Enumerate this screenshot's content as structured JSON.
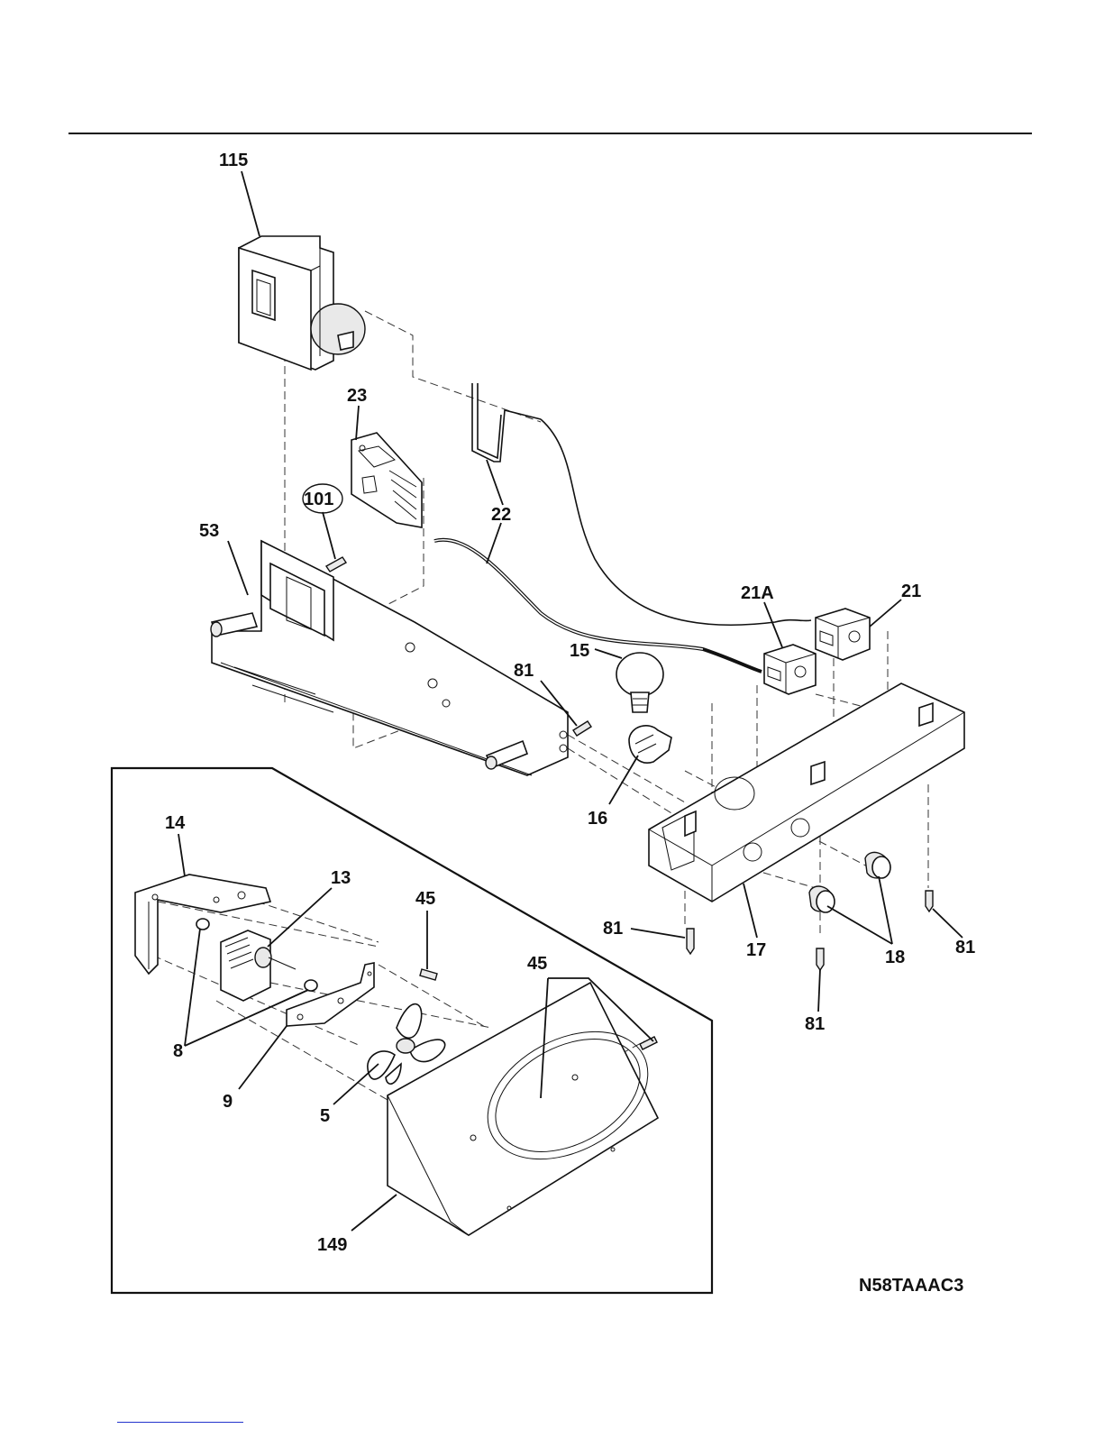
{
  "diagram_code": "N58TAAAC3",
  "callouts": {
    "c115": "115",
    "c23": "23",
    "c101": "101",
    "c22": "22",
    "c53": "53",
    "c21A": "21A",
    "c21": "21",
    "c15": "15",
    "c81a": "81",
    "c16": "16",
    "c14": "14",
    "c13": "13",
    "c45a": "45",
    "c45b": "45",
    "c81b": "81",
    "c17": "17",
    "c18": "18",
    "c81c": "81",
    "c81d": "81",
    "c8": "8",
    "c9": "9",
    "c5": "5",
    "c149": "149"
  }
}
